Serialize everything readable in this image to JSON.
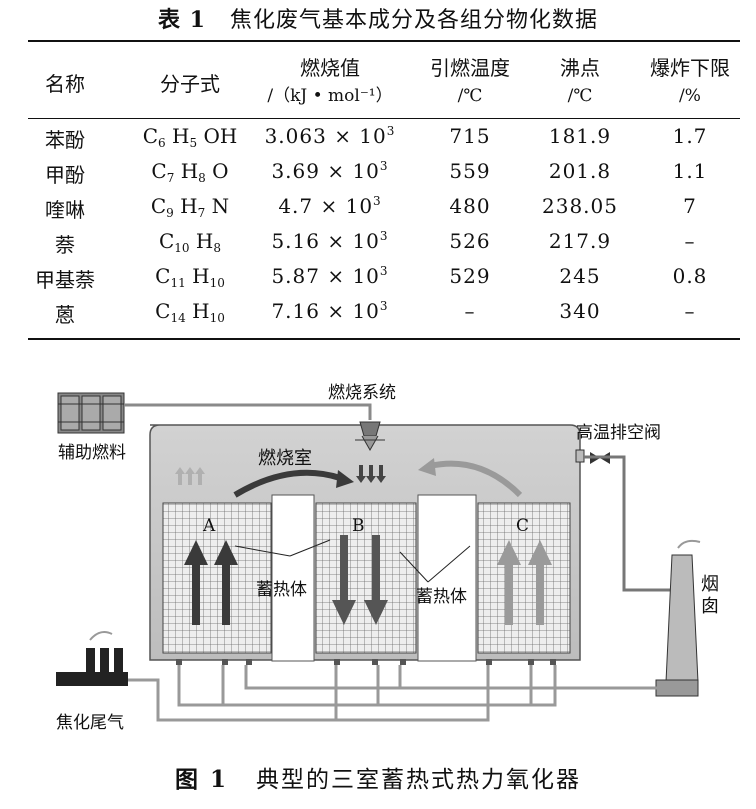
{
  "table": {
    "label": "表 1",
    "title": "焦化废气基本成分及各组分物化数据",
    "headers": {
      "name": "名称",
      "formula": "分子式",
      "heat_1": "燃烧值",
      "heat_2": "/（kJ • mol⁻¹）",
      "ignite_1": "引燃温度",
      "ignite_2": "/℃",
      "boil_1": "沸点",
      "boil_2": "/℃",
      "lel_1": "爆炸下限",
      "lel_2": "/%"
    },
    "rows": [
      {
        "name": "苯酚",
        "f": [
          [
            "C",
            "6"
          ],
          [
            "H",
            "5"
          ],
          [
            "OH",
            ""
          ]
        ],
        "heat": "3.063",
        "exp": "3",
        "ignite": "715",
        "boil": "181.9",
        "lel": "1.7"
      },
      {
        "name": "甲酚",
        "f": [
          [
            "C",
            "7"
          ],
          [
            "H",
            "8"
          ],
          [
            "O",
            ""
          ]
        ],
        "heat": "3.69",
        "exp": "3",
        "ignite": "559",
        "boil": "201.8",
        "lel": "1.1"
      },
      {
        "name": "喹啉",
        "f": [
          [
            "C",
            "9"
          ],
          [
            "H",
            "7"
          ],
          [
            "N",
            ""
          ]
        ],
        "heat": "4.7",
        "exp": "3",
        "ignite": "480",
        "boil": "238.05",
        "lel": "7"
      },
      {
        "name": "萘",
        "f": [
          [
            "C",
            "10"
          ],
          [
            "H",
            "8"
          ]
        ],
        "heat": "5.16",
        "exp": "3",
        "ignite": "526",
        "boil": "217.9",
        "lel": "–"
      },
      {
        "name": "甲基萘",
        "f": [
          [
            "C",
            "11"
          ],
          [
            "H",
            "10"
          ]
        ],
        "heat": "5.87",
        "exp": "3",
        "ignite": "529",
        "boil": "245",
        "lel": "0.8"
      },
      {
        "name": "蒽",
        "f": [
          [
            "C",
            "14"
          ],
          [
            "H",
            "10"
          ]
        ],
        "heat": "7.16",
        "exp": "3",
        "ignite": "–",
        "boil": "340",
        "lel": "–"
      }
    ]
  },
  "figure": {
    "combustion_system": "燃烧系统",
    "aux_fuel": "辅助燃料",
    "combustion_chamber": "燃烧室",
    "hot_vent": "高温排空阀",
    "chamber_a": "A",
    "chamber_b": "B",
    "chamber_c": "C",
    "regen_1": "蓄热体",
    "regen_2": "蓄热体",
    "chimney": "烟\n囱",
    "coking_exhaust": "焦化尾气",
    "caption_label": "图 1",
    "caption": "典型的三室蓄热式热力氧化器"
  },
  "colors": {
    "chamber_fill": "#c9c9c9",
    "grid_fill": "#eeeeee",
    "arrow_dark": "#3a3a3a",
    "arrow_light": "#9a9a9a"
  }
}
